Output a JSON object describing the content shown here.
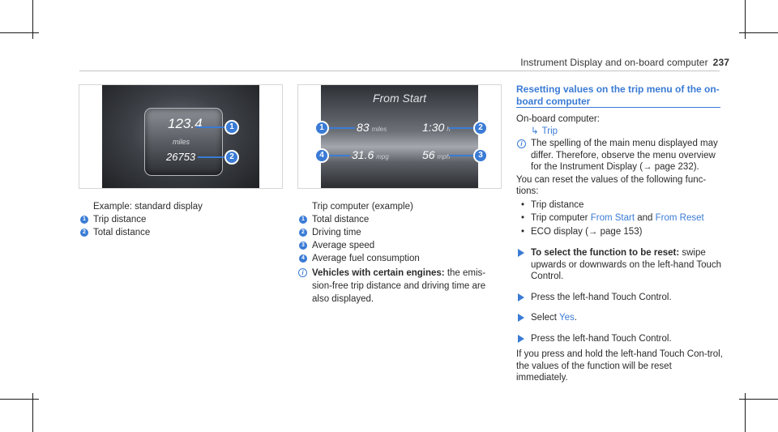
{
  "header": {
    "section": "Instrument Display and on-board computer",
    "page_number": "237"
  },
  "figure1": {
    "display": {
      "trip_value": "123.4",
      "unit": "miles",
      "total_value": "26753"
    },
    "callouts": [
      "1",
      "2"
    ],
    "caption": "Example: standard display",
    "items": [
      {
        "num": "1",
        "label": "Trip distance"
      },
      {
        "num": "2",
        "label": "Total distance"
      }
    ]
  },
  "figure2": {
    "display": {
      "title": "From Start",
      "distance": "83",
      "distance_unit": "miles",
      "time": "1:30",
      "time_unit": "h",
      "consumption": "31.6",
      "consumption_unit": "mpg",
      "speed": "56",
      "speed_unit": "mph"
    },
    "callouts": [
      "1",
      "2",
      "4",
      "3"
    ],
    "caption": "Trip computer (example)",
    "items": [
      {
        "num": "1",
        "label": "Total distance"
      },
      {
        "num": "2",
        "label": "Driving time"
      },
      {
        "num": "3",
        "label": "Average speed"
      },
      {
        "num": "4",
        "label": "Average fuel consumption"
      }
    ],
    "note": {
      "bold": "Vehicles with certain engines:",
      "text": " the emis-sion-free trip distance and driving time are also displayed."
    }
  },
  "section": {
    "title": "Resetting values on the trip menu of the on-board computer",
    "intro": "On-board computer:",
    "path": "Trip",
    "note": "The spelling of the main menu displayed may differ. Therefore, observe the menu overview for the Instrument Display (→ page 232).",
    "reset_intro": "You can reset the values of the following func-tions:",
    "bullets": [
      {
        "prefix": "Trip distance",
        "link1": "",
        "mid": "",
        "link2": ""
      },
      {
        "prefix": "Trip computer ",
        "link1": "From Start",
        "mid": " and ",
        "link2": "From Reset"
      },
      {
        "prefix": "ECO display (→ page 153)",
        "link1": "",
        "mid": "",
        "link2": ""
      }
    ],
    "steps": [
      {
        "bold": "To select the function to be reset:",
        "text": " swipe upwards or downwards on the left-hand Touch Control."
      },
      {
        "bold": "",
        "text": "Press the left-hand Touch Control."
      },
      {
        "bold": "",
        "text": "Select ",
        "link": "Yes",
        "after": "."
      },
      {
        "bold": "",
        "text": "Press the left-hand Touch Control."
      }
    ],
    "closing": "If you press and hold the left-hand Touch Con-trol, the values of the function will be reset immediately."
  },
  "colors": {
    "accent": "#3a7bd5",
    "text": "#2b2b2b"
  }
}
